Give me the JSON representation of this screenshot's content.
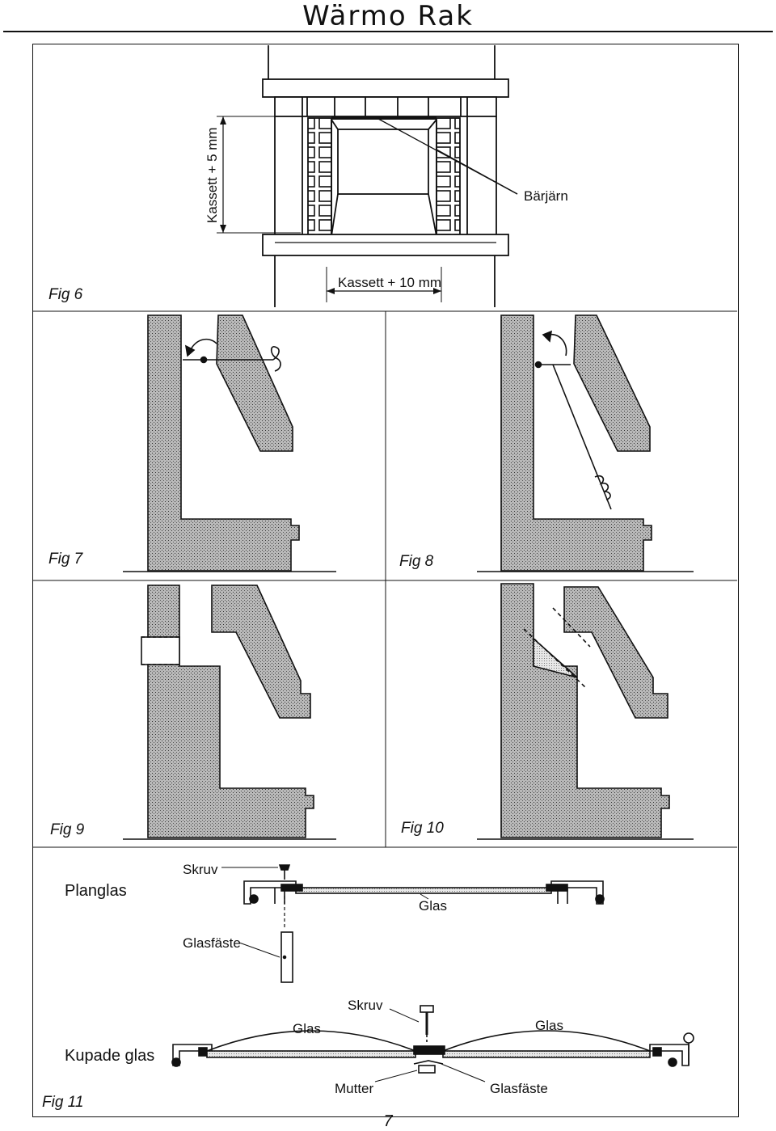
{
  "header": {
    "title": "Wärmo Rak"
  },
  "fig6": {
    "label": "Fig 6",
    "height_dim": "Kassett + 5 mm",
    "width_dim": "Kassett + 10 mm",
    "beam": "Bärjärn"
  },
  "fig7": {
    "label": "Fig 7"
  },
  "fig8": {
    "label": "Fig 8"
  },
  "fig9": {
    "label": "Fig 9"
  },
  "fig10": {
    "label": "Fig 10"
  },
  "fig11": {
    "label": "Fig 11",
    "flat": {
      "title": "Planglas",
      "screw": "Skruv",
      "glass": "Glas",
      "bracket": "Glasfäste"
    },
    "curved": {
      "title": "Kupade glas",
      "screw": "Skruv",
      "glass_left": "Glas",
      "glass_right": "Glas",
      "nut": "Mutter",
      "bracket": "Glasfäste"
    }
  },
  "footer": {
    "page_number": "7"
  }
}
